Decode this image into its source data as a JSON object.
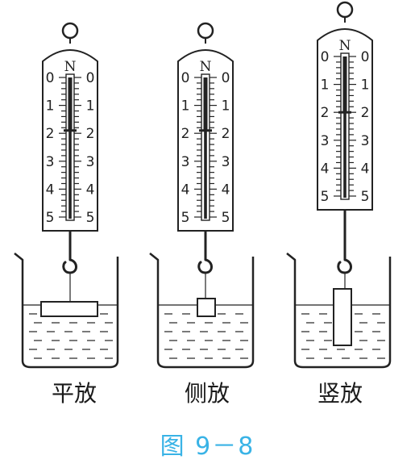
{
  "scales": [
    {
      "id": "flat",
      "unit": "N",
      "ticks_left": [
        "0",
        "1",
        "2",
        "3",
        "4",
        "5"
      ],
      "ticks_right": [
        "0",
        "1",
        "2",
        "3",
        "4",
        "5"
      ],
      "reading": 1.9
    },
    {
      "id": "side",
      "unit": "N",
      "ticks_left": [
        "0",
        "1",
        "2",
        "3",
        "4",
        "5"
      ],
      "ticks_right": [
        "0",
        "1",
        "2",
        "3",
        "4",
        "5"
      ],
      "reading": 1.9
    },
    {
      "id": "upright",
      "unit": "N",
      "ticks_left": [
        "0",
        "1",
        "2",
        "3",
        "4",
        "5"
      ],
      "ticks_right": [
        "0",
        "1",
        "2",
        "3",
        "4",
        "5"
      ],
      "reading": 2.0
    }
  ],
  "captions": [
    "平放",
    "侧放",
    "竖放"
  ],
  "figure_label": "图 9－8"
}
